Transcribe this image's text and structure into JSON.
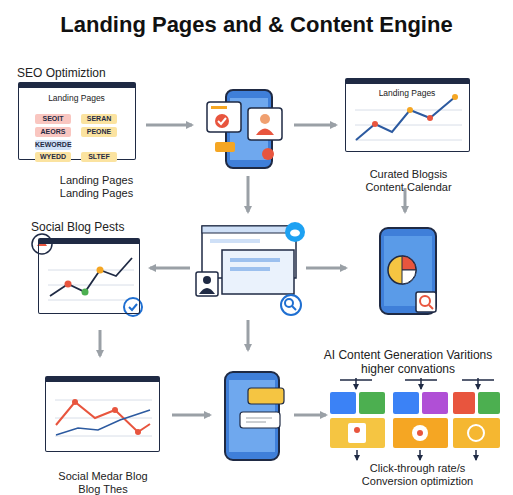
{
  "diagram": {
    "title": "Landing Pages and & Content Engine",
    "nodes": [
      {
        "text": [
          "SEO Optimiztion",
          "Landing Pages",
          "Landing Pages Landing Pages"
        ]
      },
      {
        "text": [
          "SEOIT"
        ],
        "in": 0
      },
      {
        "text": [
          "SERAN"
        ],
        "in": 0
      },
      {
        "text": [
          "AEORS"
        ],
        "in": 0
      },
      {
        "text": [
          "PEONE"
        ],
        "in": 0
      },
      {
        "text": [
          "KEWORDE"
        ],
        "in": 0
      },
      {
        "text": [
          "WYEDD"
        ],
        "in": 0
      },
      {
        "text": [
          "SLTEF"
        ],
        "in": 0
      },
      {
        "text": [
          "Landing Pages",
          "Curated Blogsis Content Calendar"
        ]
      },
      {
        "text": [
          "Social Blog Pests"
        ]
      },
      {
        "text": [
          "Social Medar Blog Blog Thes"
        ]
      }
    ],
    "labels": [
      "AI Content Generation Varitions higher convations",
      "Click-through rate/s Conversion optimiztion"
    ]
  }
}
